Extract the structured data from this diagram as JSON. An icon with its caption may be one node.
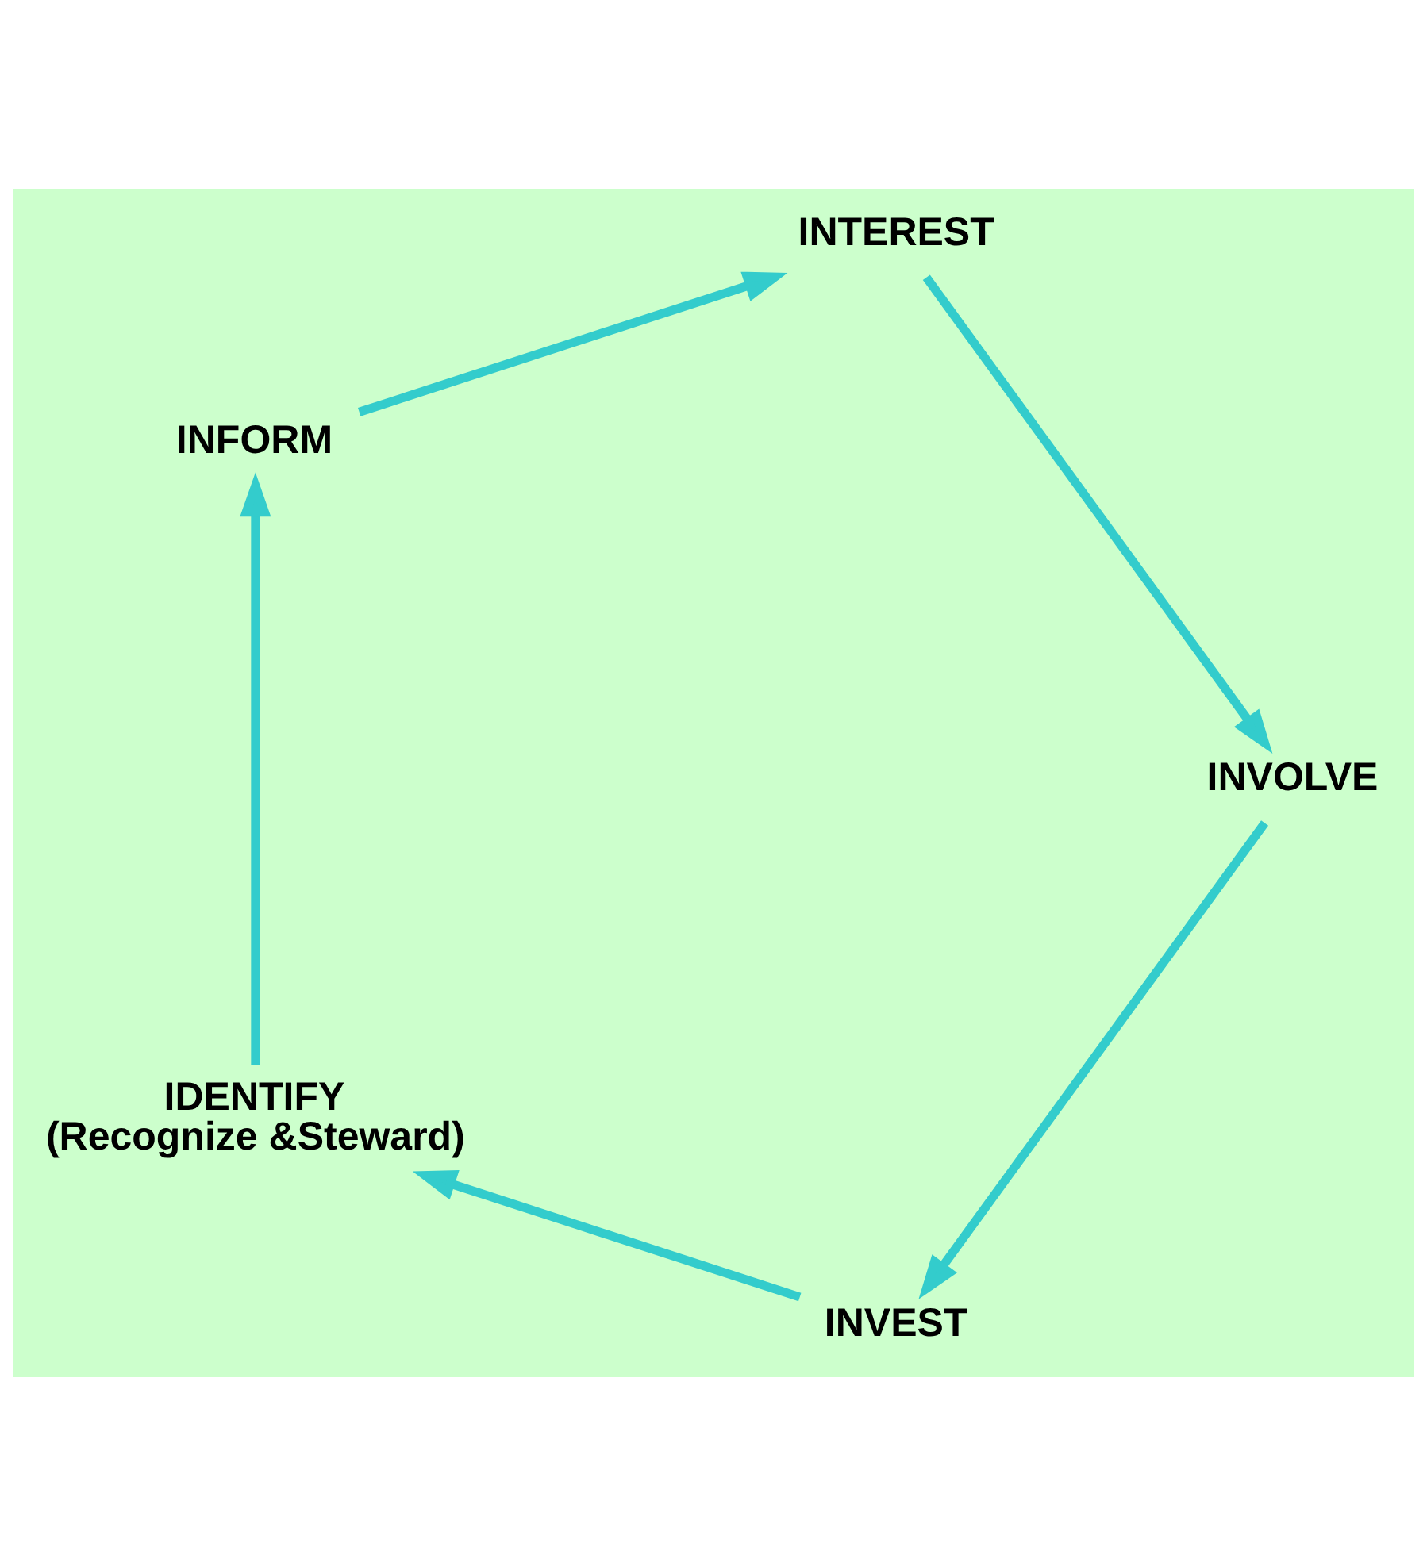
{
  "diagram": {
    "nodes": [
      {
        "text": [
          "INVEST"
        ]
      },
      {
        "text": [
          "IDENTIFY",
          "(Recognize &Steward)"
        ]
      },
      {
        "text": [
          "INFORM"
        ]
      },
      {
        "text": [
          "INTEREST"
        ]
      },
      {
        "text": [
          "INVOLVE"
        ]
      }
    ],
    "edges": [
      {
        "from": 0,
        "to": 1,
        "arrow": "to"
      },
      {
        "from": 1,
        "to": 2,
        "arrow": "to"
      },
      {
        "from": 2,
        "to": 3,
        "arrow": "to"
      },
      {
        "from": 3,
        "to": 4,
        "arrow": "to"
      },
      {
        "from": 4,
        "to": 0,
        "arrow": "to"
      }
    ]
  }
}
